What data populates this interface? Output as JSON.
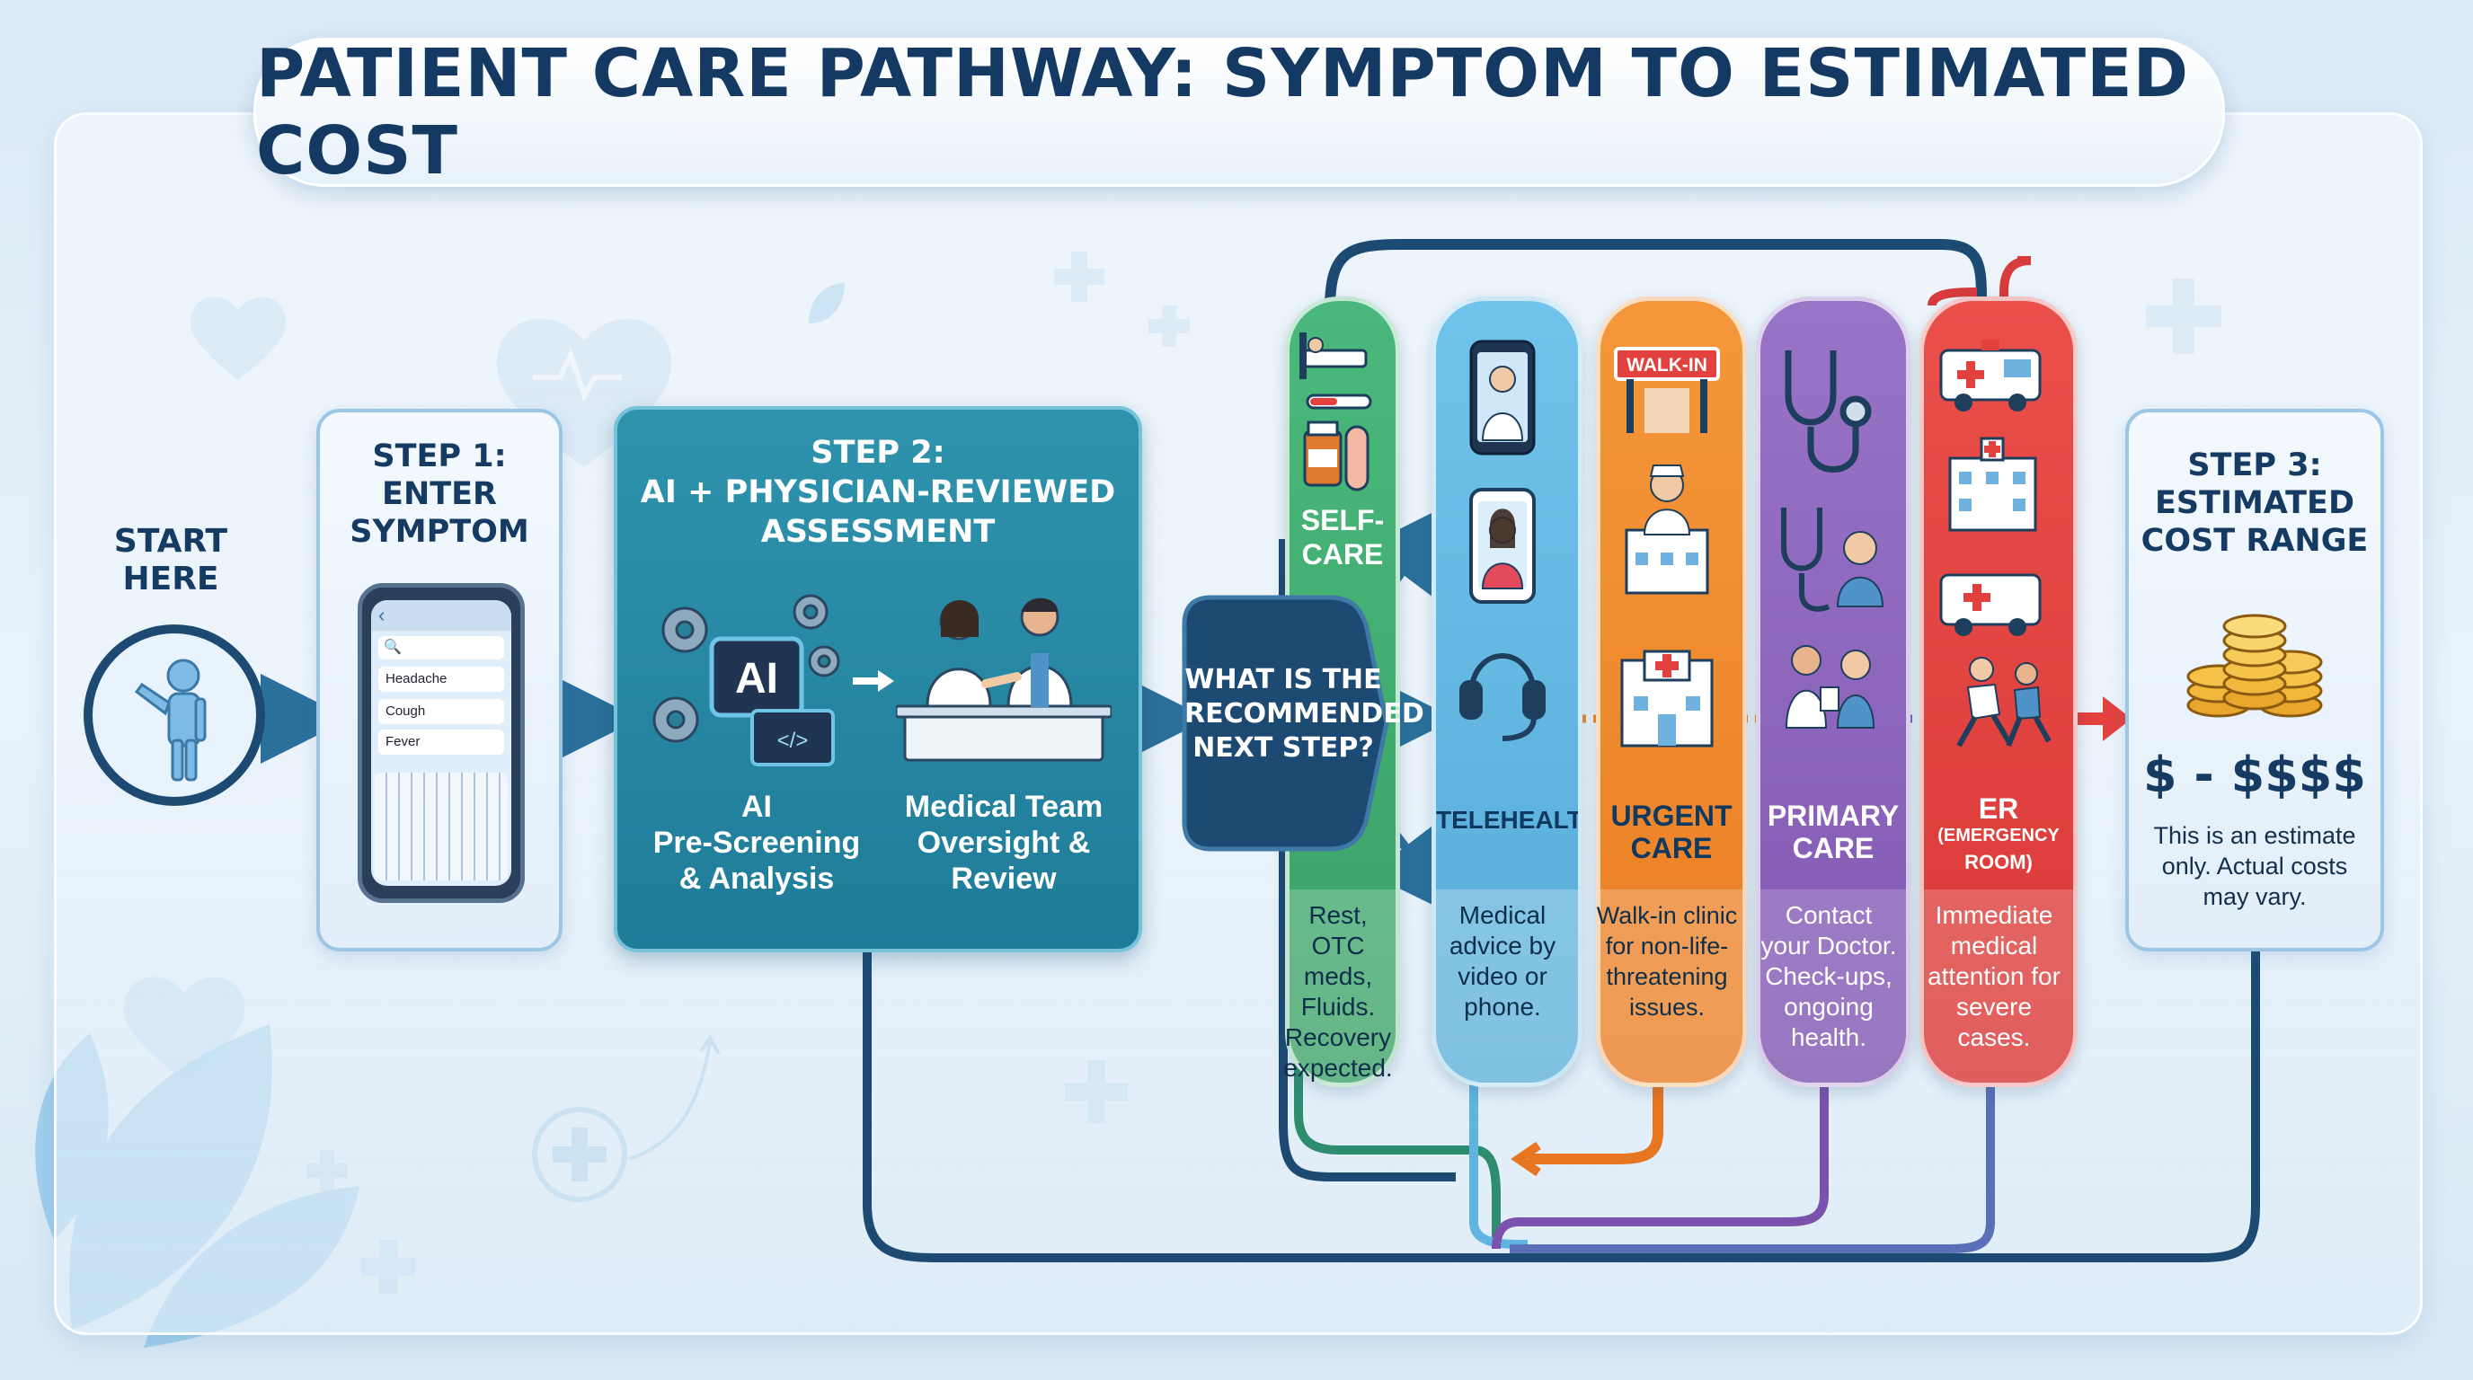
{
  "title": "PATIENT CARE PATHWAY: SYMPTOM TO ESTIMATED COST",
  "start": {
    "label_line1": "START",
    "label_line2": "HERE"
  },
  "step1": {
    "line1": "STEP 1:",
    "line2": "ENTER",
    "line3": "SYMPTOM",
    "phone_items": [
      "Headache",
      "Cough",
      "Fever"
    ]
  },
  "step2": {
    "line1": "STEP 2:",
    "line2": "AI + PHYSICIAN-REVIEWED",
    "line3": "ASSESSMENT",
    "ai_chip": "AI",
    "left_caption": [
      "AI",
      "Pre-Screening",
      "& Analysis"
    ],
    "right_caption": [
      "Medical Team",
      "Oversight &",
      "Review"
    ]
  },
  "decision": {
    "lines": [
      "WHAT IS THE",
      "RECOMMENDED",
      "NEXT STEP?"
    ]
  },
  "options": [
    {
      "key": "self-care",
      "label": [
        "SELF-",
        "CARE"
      ],
      "desc": [
        "Rest,",
        "OTC meds,",
        "Fluids.",
        "Recovery",
        "expected."
      ],
      "color": "#3fa86f"
    },
    {
      "key": "telehealth",
      "label": [
        "TELEHEALTH"
      ],
      "desc": [
        "Medical",
        "advice by",
        "video or",
        "phone."
      ],
      "color": "#5fb4e0"
    },
    {
      "key": "urgent-care",
      "label": [
        "URGENT",
        "CARE"
      ],
      "desc": [
        "Walk-in clinic",
        "for non-life-",
        "threatening",
        "issues."
      ],
      "sign": "WALK-IN",
      "color": "#f08a2c"
    },
    {
      "key": "primary-care",
      "label": [
        "PRIMARY",
        "CARE"
      ],
      "desc": [
        "Contact",
        "your Doctor.",
        "Check-ups,",
        "ongoing",
        "health."
      ],
      "color": "#8b63b9"
    },
    {
      "key": "er",
      "label": [
        "ER",
        "(EMERGENCY",
        "ROOM)"
      ],
      "desc": [
        "Immediate",
        "medical",
        "attention for",
        "severe",
        "cases."
      ],
      "color": "#e2413e"
    }
  ],
  "step3": {
    "line1": "STEP 3:",
    "line2": "ESTIMATED",
    "line3": "COST RANGE",
    "range": "$ - $$$$",
    "note": [
      "This is an estimate",
      "only. Actual costs",
      "may vary."
    ]
  },
  "colors": {
    "navy": "#1c4a72",
    "teal": "#2a8aa7",
    "self_care": "#3fa86f",
    "telehealth": "#5fb4e0",
    "urgent": "#f08a2c",
    "primary": "#8b63b9",
    "er": "#e2413e"
  },
  "icons": [
    "person-icon",
    "smartphone-icon",
    "gear-icon",
    "ai-chip-icon",
    "code-window-icon",
    "doctors-icon",
    "hospital-bed-icon",
    "thermometer-icon",
    "medicine-bottle-icon",
    "doctor-phone-icon",
    "headset-icon",
    "walk-in-sign-icon",
    "nurse-icon",
    "hospital-building-icon",
    "stethoscope-icon",
    "doctor-patient-icon",
    "ambulance-icon",
    "running-medics-icon",
    "coin-stack-icon",
    "heart-icon",
    "leaf-icon",
    "plus-icon"
  ]
}
